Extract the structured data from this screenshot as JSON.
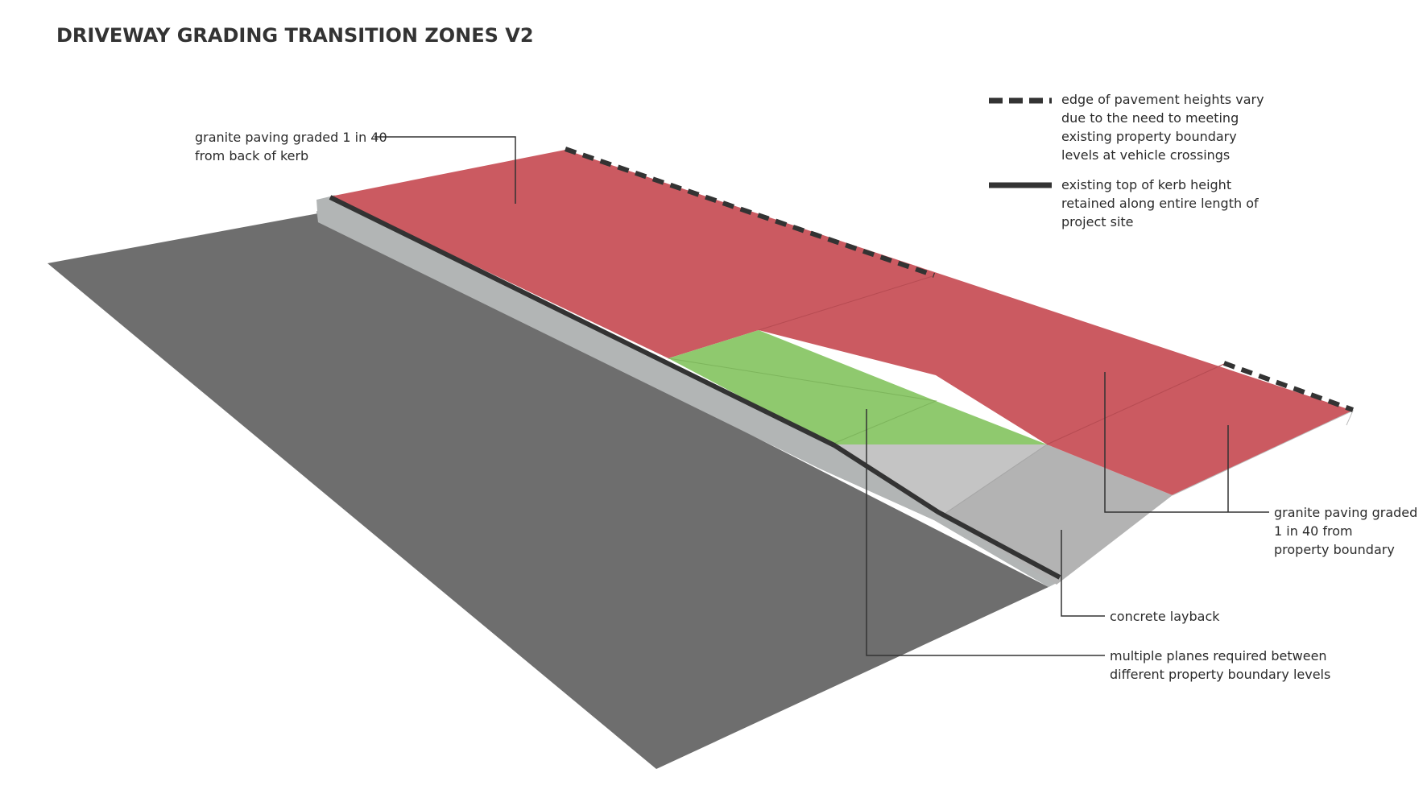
{
  "title": "DRIVEWAY GRADING TRANSITION ZONES V2",
  "legend": [
    {
      "symbol": "dashed-line",
      "lines": [
        "edge of pavement heights vary",
        "due to the need to meeting",
        "existing property boundary",
        "levels at vehicle crossings"
      ]
    },
    {
      "symbol": "solid-line",
      "lines": [
        "existing top of kerb height",
        "retained along entire length of",
        "project site"
      ]
    }
  ],
  "annotations": {
    "paving_kerb": [
      "granite paving graded 1 in 40",
      "from back of kerb"
    ],
    "paving_boundary": [
      "granite paving graded",
      "1 in 40 from",
      "property boundary"
    ],
    "concrete_layback": [
      "concrete layback"
    ],
    "multiple_planes": [
      "multiple planes required between",
      "different property boundary levels"
    ]
  },
  "colors": {
    "road": "#6e6e6e",
    "kerb_face": "#9a9d9d",
    "kerb_top": "#b4b7b7",
    "paving": "#cb5a61",
    "planes_green": "#8fc96e",
    "layback_light": "#c4c4c4",
    "layback_dark": "#b3b3b3",
    "line": "#333333"
  }
}
